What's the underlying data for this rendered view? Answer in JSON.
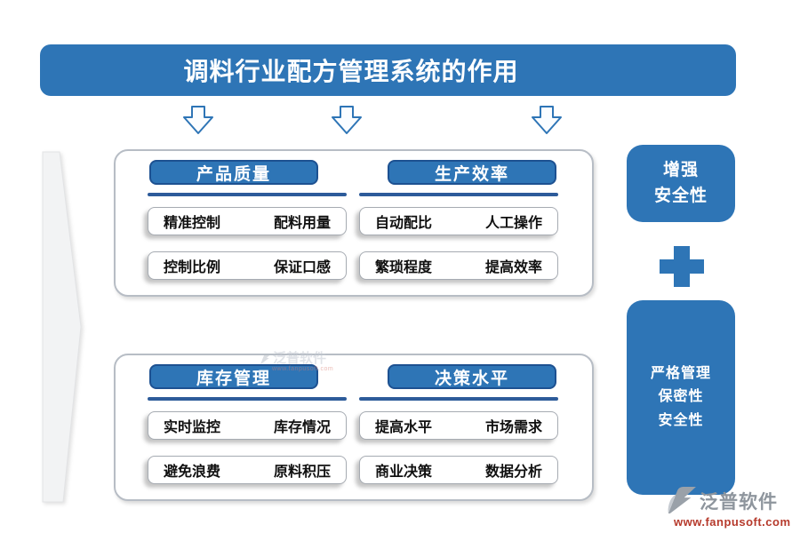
{
  "title": "调料行业配方管理系统的作用",
  "panels": [
    {
      "columns": [
        {
          "header": "产品质量",
          "rows": [
            [
              "精准控制",
              "配料用量"
            ],
            [
              "控制比例",
              "保证口感"
            ]
          ]
        },
        {
          "header": "生产效率",
          "rows": [
            [
              "自动配比",
              "人工操作"
            ],
            [
              "繁琐程度",
              "提高效率"
            ]
          ]
        }
      ]
    },
    {
      "columns": [
        {
          "header": "库存管理",
          "rows": [
            [
              "实时监控",
              "库存情况"
            ],
            [
              "避免浪费",
              "原料积压"
            ]
          ]
        },
        {
          "header": "决策水平",
          "rows": [
            [
              "提高水平",
              "市场需求"
            ],
            [
              "商业决策",
              "数据分析"
            ]
          ]
        }
      ]
    }
  ],
  "side": {
    "top_box": {
      "lines": [
        "增强",
        "安全性"
      ]
    },
    "bottom_box": {
      "lines": [
        "严格管理",
        "保密性",
        "安全性"
      ]
    }
  },
  "watermark": {
    "brand": "泛普软件",
    "url": "www.fanpusoft.com"
  },
  "footer": {
    "brand": "泛普软件",
    "url": "www.fanpusoft.com"
  },
  "icons": {
    "down_arrows": [
      "down-arrow-icon",
      "down-arrow-icon",
      "down-arrow-icon"
    ],
    "plus": "plus-icon",
    "big_left_arrow": "big-left-arrow-shape",
    "brand_logo": "brand-logo-icon"
  },
  "colors": {
    "accent": "#2e75b6",
    "divider": "#2d5b9a",
    "header_border": "#1d5191",
    "brand_gray": "#8e959d",
    "url_red": "#b63a2c"
  }
}
